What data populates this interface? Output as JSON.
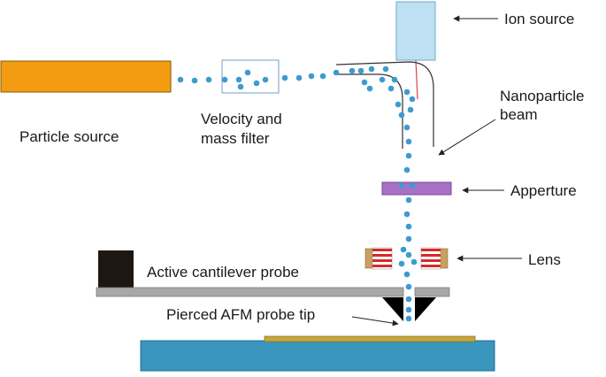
{
  "labels": {
    "ion_source": "Ion source",
    "particle_source": "Particle source",
    "filter_line1": "Velocity and",
    "filter_line2": "mass filter",
    "beam_line1": "Nanoparticle",
    "beam_line2": "beam",
    "aperture": "Apperture",
    "lens": "Lens",
    "cantilever": "Active cantilever probe",
    "probe_tip": "Pierced AFM probe tip"
  },
  "colors": {
    "particle_source": "#f39c12",
    "particle_source_border": "#8a5a00",
    "ion_source": "#bfe0f2",
    "ion_source_border": "#6fa8c8",
    "particle": "#3d9bd0",
    "aperture": "#a970c8",
    "lens_coil_red": "#d62a2a",
    "lens_coil_white": "#ffffff",
    "lens_side": "#c8a060",
    "cantilever": "#a8a8a8",
    "cantilever_base": "#1c1712",
    "probe_tip": "#000000",
    "sample_film": "#c7a63e",
    "substrate": "#3a96bd",
    "ion_beam": "#e04040",
    "deflector": "#333333",
    "arrow": "#222222"
  }
}
